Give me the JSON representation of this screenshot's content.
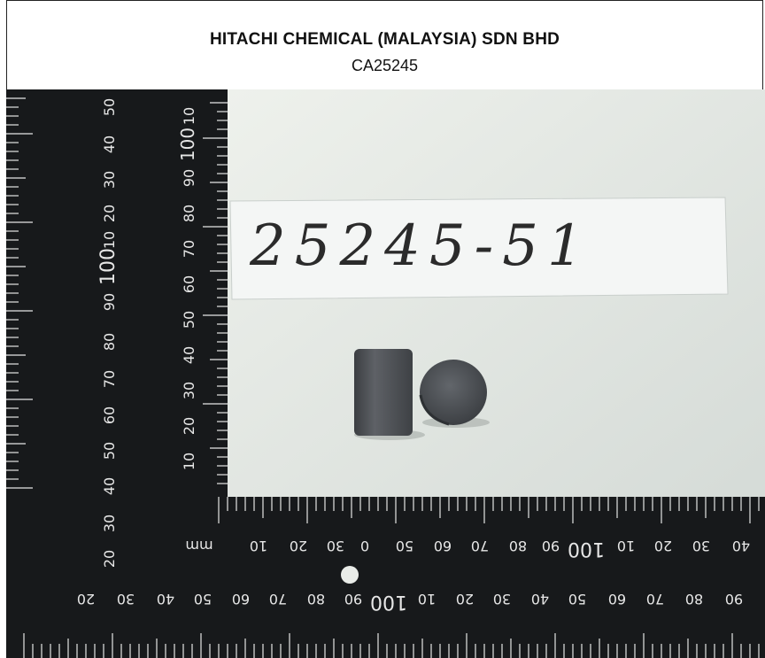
{
  "header": {
    "company": "HITACHI CHEMICAL (MALAYSIA) SDN BHD",
    "code": "CA25245"
  },
  "photo": {
    "sample_label": "25245-51",
    "ruler_unit": "mm",
    "vertical_ruler_left_ticks": [
      "50",
      "40",
      "30",
      "20",
      "10",
      "100",
      "90",
      "80",
      "70",
      "60",
      "50",
      "40",
      "30",
      "20"
    ],
    "vertical_ruler_right_ticks": [
      "10",
      "100",
      "90",
      "80",
      "70",
      "60",
      "50",
      "40",
      "30",
      "20",
      "10"
    ],
    "horizontal_ruler_top_ticks": [
      "10",
      "20",
      "30",
      "0",
      "50",
      "60",
      "70",
      "80",
      "90",
      "100",
      "10",
      "20",
      "30",
      "40"
    ],
    "horizontal_ruler_bottom_ticks": [
      "20",
      "30",
      "40",
      "50",
      "60",
      "70",
      "80",
      "90",
      "100",
      "10",
      "20",
      "30",
      "40",
      "50",
      "60",
      "70",
      "80",
      "90"
    ],
    "colors": {
      "ruler": "#17191b",
      "ruler_marks": "#e6e6e6",
      "background": "#dde2dc",
      "label_paper": "#f3f5f4",
      "sample": "#4d5054"
    }
  }
}
